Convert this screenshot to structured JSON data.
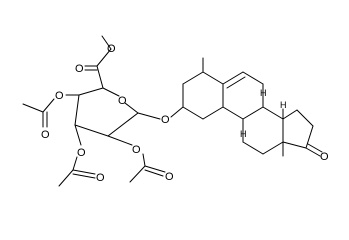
{
  "molecule": {
    "atom_labels": {
      "ring_oxygen": "O",
      "glycosidic_oxygen": "O",
      "ester_methoxy_oxygen": "O",
      "ester_carbonyl_oxygen": "O",
      "ketone_oxygen": "O",
      "acetate_c4_ether_oxygen": "O",
      "acetate_c4_carbonyl_oxygen": "O",
      "acetate_c3_ether_oxygen": "O",
      "acetate_c3_carbonyl_oxygen": "O",
      "acetate_c2_ether_oxygen": "O",
      "acetate_c2_carbonyl_oxygen": "O",
      "h8": "H",
      "h9": "H",
      "h14": "H"
    }
  }
}
